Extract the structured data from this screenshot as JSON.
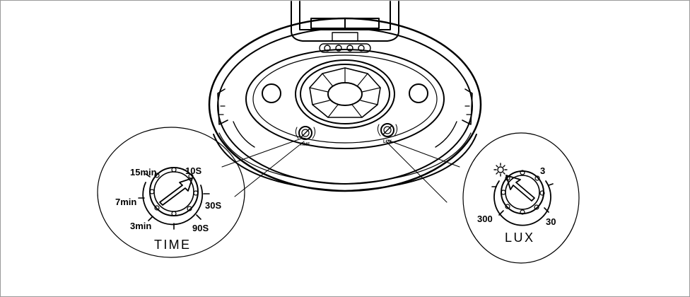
{
  "time_dial": {
    "title": "TIME",
    "marks": [
      "15min",
      "10S",
      "7min",
      "30S",
      "3min",
      "90S"
    ]
  },
  "lux_dial": {
    "title": "LUX",
    "marks": [
      "3",
      "300",
      "30"
    ],
    "sun_icon": "sun-icon"
  },
  "sensor_labels": {
    "time": "TIME",
    "lux": "LUX"
  },
  "colors": {
    "line": "#000000",
    "frame": "#9a9a9a",
    "background": "#ffffff"
  }
}
